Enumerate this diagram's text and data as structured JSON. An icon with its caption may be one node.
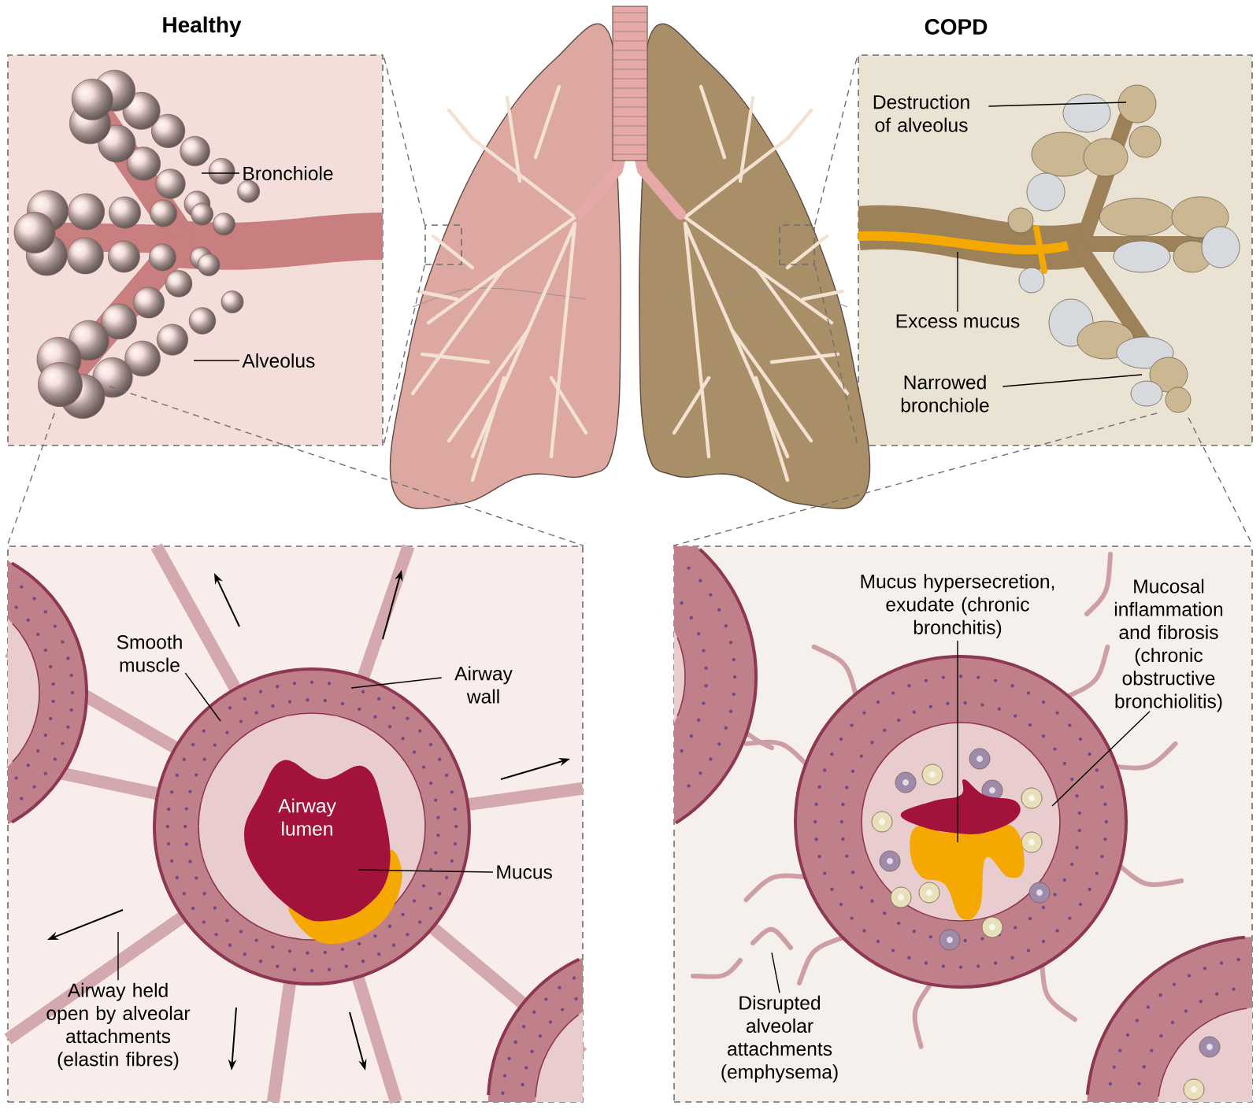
{
  "diagram": {
    "nodes": [
      {
        "text": [
          "Healthy"
        ]
      },
      {
        "text": [
          "Bronchiole"
        ],
        "in": 0
      },
      {
        "text": [
          "Alveolus"
        ],
        "in": 0
      },
      {
        "text": [],
        "shape": "box"
      },
      {
        "text": [],
        "shape": "box"
      },
      {
        "text": [
          "COPD"
        ]
      },
      {
        "text": [
          "Destruction of alveolus"
        ],
        "in": 5
      },
      {
        "text": [
          "Excess mucus"
        ],
        "in": 5
      },
      {
        "text": [
          "Narrowed bronchiole"
        ],
        "in": 5
      },
      {
        "text": [],
        "shape": "box"
      },
      {
        "text": [
          "Smooth muscle"
        ],
        "in": 9
      },
      {
        "text": [
          "Airway wall"
        ],
        "in": 9
      },
      {
        "text": [
          "Airway lumen"
        ],
        "in": 9
      },
      {
        "text": [
          "Mucus"
        ],
        "in": 9
      },
      {
        "text": [
          "Airway held open by alveolar attachments (elastin fibres)"
        ],
        "in": 9
      },
      {
        "text": [],
        "shape": "box"
      },
      {
        "text": [
          "Mucus hypersecretion, exudate (chronic bronchitis)"
        ],
        "in": 15
      },
      {
        "text": [
          "Mucosal inflammation and fibrosis (chronic obstructive bronchiolitis)"
        ],
        "in": 15
      },
      {
        "text": [
          "Disrupted alveolar attachments (emphysema)"
        ],
        "in": 15
      },
      {
        "text": [],
        "shape": "picture",
        "in": 15
      }
    ],
    "edges": [
      {
        "from": 1,
        "to": null,
        "arrow": "none"
      },
      {
        "from": 2,
        "to": null,
        "arrow": "none"
      },
      {
        "from": 6,
        "to": null,
        "arrow": "none"
      },
      {
        "from": 7,
        "to": null,
        "arrow": "none"
      },
      {
        "from": 8,
        "to": null,
        "arrow": "none"
      },
      {
        "from": 10,
        "to": null,
        "arrow": "none"
      },
      {
        "from": 11,
        "to": null,
        "arrow": "none"
      },
      {
        "from": 13,
        "to": 12,
        "arrow": "none"
      },
      {
        "from": 14,
        "to": null,
        "arrow": "none"
      },
      {
        "from": 16,
        "to": null,
        "arrow": "none"
      },
      {
        "from": 17,
        "to": null,
        "arrow": "none"
      },
      {
        "from": 18,
        "to": 19,
        "arrow": "none"
      },
      {
        "from": 3,
        "to": 0,
        "arrow": "none",
        "style": "dashed",
        "color": "#6e6e6e"
      },
      {
        "from": 3,
        "to": 0,
        "arrow": "none",
        "style": "dashed",
        "color": "#6e6e6e"
      },
      {
        "from": 4,
        "to": 5,
        "arrow": "none",
        "style": "dashed",
        "color": "#6e6e6e"
      },
      {
        "from": 4,
        "to": 5,
        "arrow": "none",
        "style": "dashed",
        "color": "#6e6e6e"
      },
      {
        "from": 0,
        "to": 9,
        "arrow": "none",
        "style": "dashed",
        "color": "#6e6e6e"
      },
      {
        "from": 0,
        "to": 9,
        "arrow": "none",
        "style": "dashed",
        "color": "#6e6e6e"
      },
      {
        "from": 5,
        "to": 15,
        "arrow": "none",
        "style": "dashed",
        "color": "#6e6e6e"
      },
      {
        "from": 5,
        "to": 15,
        "arrow": "none",
        "style": "dashed",
        "color": "#6e6e6e"
      }
    ]
  }
}
